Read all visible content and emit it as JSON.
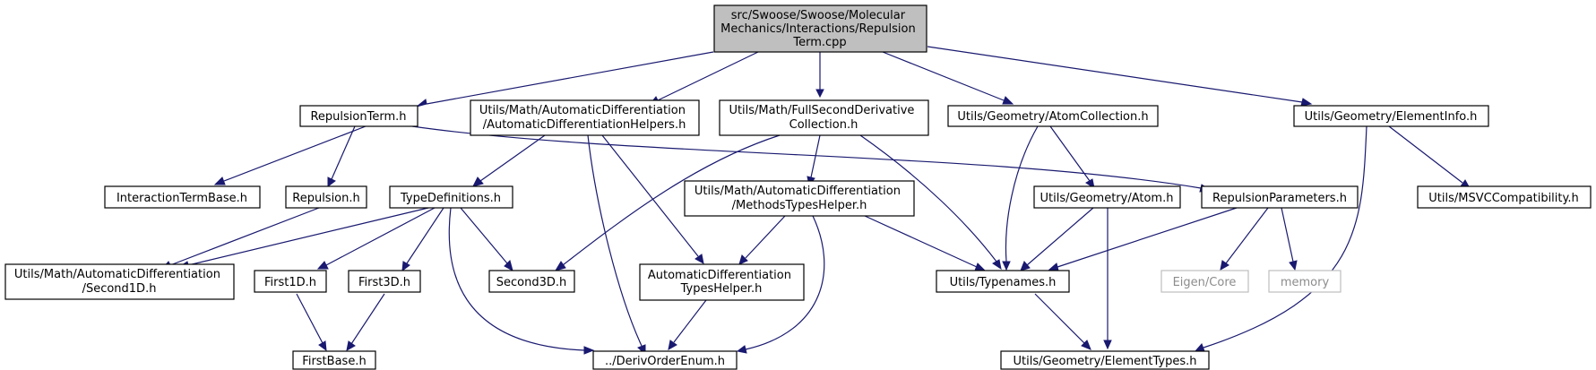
{
  "colors": {
    "edge": "#191970",
    "root_fill": "#bfbfbf",
    "node_border": "#000000",
    "external_border": "#bfbfbf",
    "external_text": "#8c8c8c"
  },
  "nodes": {
    "root": {
      "lines": [
        "src/Swoose/Swoose/Molecular",
        "Mechanics/Interactions/Repulsion",
        "Term.cpp"
      ]
    },
    "repulsion_term_h": {
      "lines": [
        "RepulsionTerm.h"
      ]
    },
    "autodiff_helpers_h": {
      "lines": [
        "Utils/Math/AutomaticDifferentiation",
        "/AutomaticDifferentiationHelpers.h"
      ]
    },
    "full_second_deriv_h": {
      "lines": [
        "Utils/Math/FullSecondDerivative",
        "Collection.h"
      ]
    },
    "atom_collection_h": {
      "lines": [
        "Utils/Geometry/AtomCollection.h"
      ]
    },
    "element_info_h": {
      "lines": [
        "Utils/Geometry/ElementInfo.h"
      ]
    },
    "interaction_term_base_h": {
      "lines": [
        "InteractionTermBase.h"
      ]
    },
    "repulsion_h": {
      "lines": [
        "Repulsion.h"
      ]
    },
    "type_definitions_h": {
      "lines": [
        "TypeDefinitions.h"
      ]
    },
    "methods_types_helper_h": {
      "lines": [
        "Utils/Math/AutomaticDifferentiation",
        "/MethodsTypesHelper.h"
      ]
    },
    "atom_h": {
      "lines": [
        "Utils/Geometry/Atom.h"
      ]
    },
    "repulsion_parameters_h": {
      "lines": [
        "RepulsionParameters.h"
      ]
    },
    "msvc_compat_h": {
      "lines": [
        "Utils/MSVCCompatibility.h"
      ]
    },
    "second1d_h": {
      "lines": [
        "Utils/Math/AutomaticDifferentiation",
        "/Second1D.h"
      ]
    },
    "first1d_h": {
      "lines": [
        "First1D.h"
      ]
    },
    "first3d_h": {
      "lines": [
        "First3D.h"
      ]
    },
    "second3d_h": {
      "lines": [
        "Second3D.h"
      ]
    },
    "autodiff_types_helper_h": {
      "lines": [
        "AutomaticDifferentiation",
        "TypesHelper.h"
      ]
    },
    "typenames_h": {
      "lines": [
        "Utils/Typenames.h"
      ]
    },
    "eigen_core": {
      "lines": [
        "Eigen/Core"
      ]
    },
    "memory": {
      "lines": [
        "memory"
      ]
    },
    "first_base_h": {
      "lines": [
        "FirstBase.h"
      ]
    },
    "deriv_order_enum_h": {
      "lines": [
        "../DerivOrderEnum.h"
      ]
    },
    "element_types_h": {
      "lines": [
        "Utils/Geometry/ElementTypes.h"
      ]
    }
  }
}
